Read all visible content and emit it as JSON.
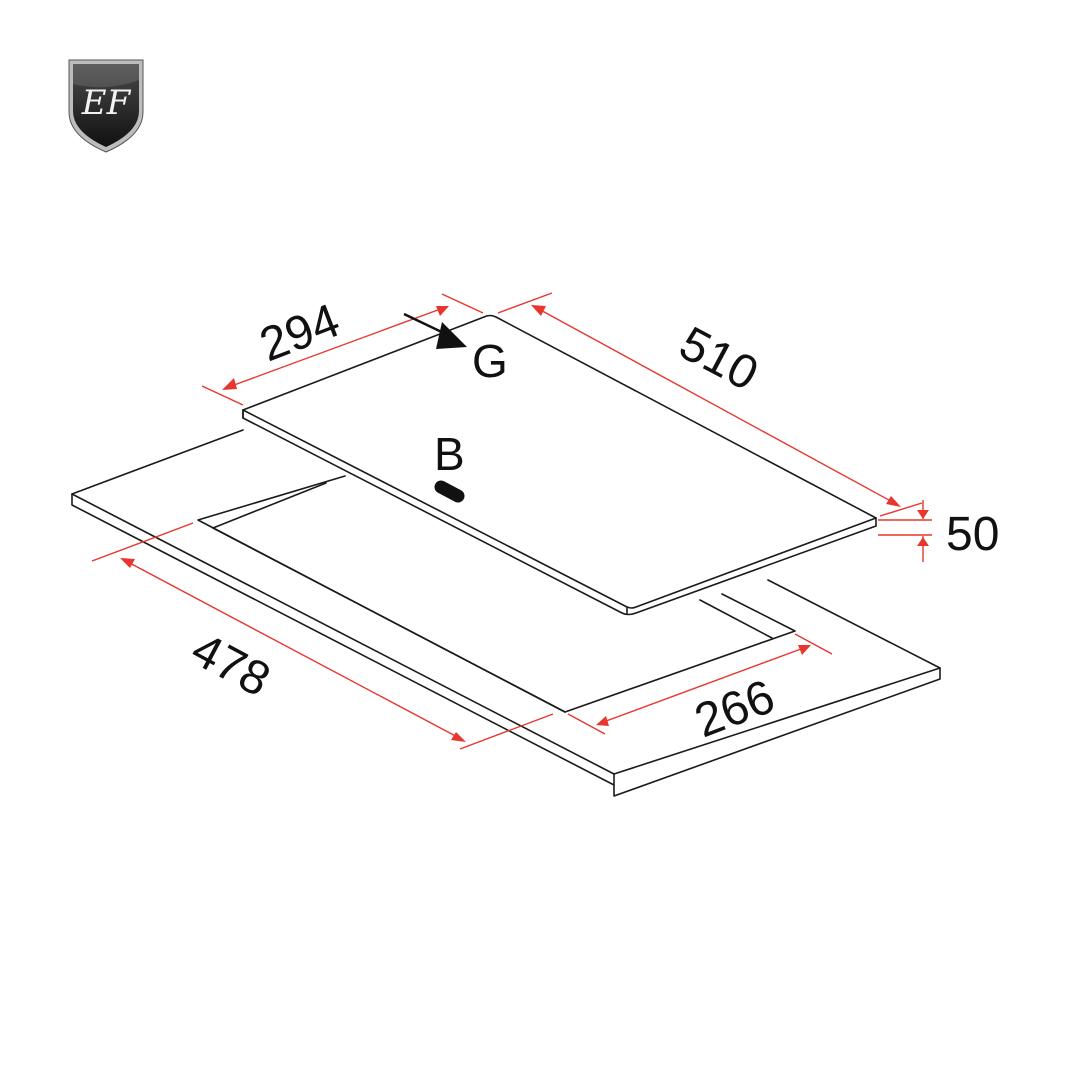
{
  "logo": {
    "monogram": "EF",
    "shape": "shield-icon",
    "colors": {
      "outer": "#3a3a3a",
      "inner": "#1c1c1c",
      "trim": "#d8d8d8",
      "text": "#f2f2f2"
    }
  },
  "drawing": {
    "type": "isometric hob cut-out dimension drawing",
    "units": "mm",
    "line_color": "#1a1a1a",
    "dimension_color": "#e8352d"
  },
  "dimensions": {
    "hob_width": "294",
    "hob_depth": "510",
    "hob_height": "50",
    "cutout_length": "478",
    "cutout_width": "266"
  },
  "markers": {
    "gas_connection": "G",
    "burner": "B"
  }
}
